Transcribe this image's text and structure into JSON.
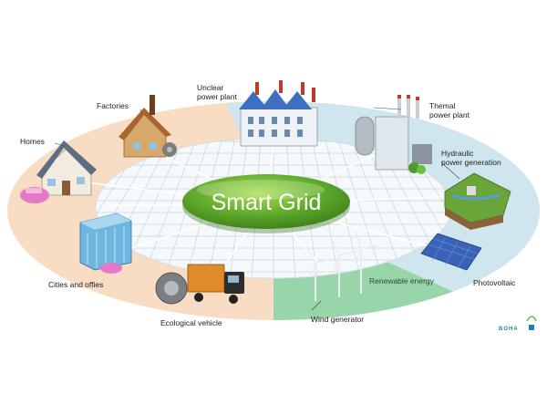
{
  "diagram": {
    "center_label": "Smart Grid",
    "nodes": [
      {
        "id": "homes",
        "label": "Homes"
      },
      {
        "id": "factories",
        "label": "Factories"
      },
      {
        "id": "nuclear",
        "label": "Unclear\npower plant"
      },
      {
        "id": "thermal",
        "label": "Themal\npower plant"
      },
      {
        "id": "hydraulic",
        "label": "Hydraulic\npower generation"
      },
      {
        "id": "photovoltaic",
        "label": "Photovoltaic"
      },
      {
        "id": "renewable",
        "label": "Renewable energy"
      },
      {
        "id": "wind",
        "label": "Wind generator"
      },
      {
        "id": "vehicle",
        "label": "Ecological vehicle"
      },
      {
        "id": "cities",
        "label": "Cities and offies"
      }
    ],
    "colors": {
      "outer_peach": "#f9dcc4",
      "outer_blue": "#cfe6ee",
      "renewable_green": "#8fd19e",
      "center_green": "#5aa52a",
      "grid_line": "#c9d3d8"
    }
  },
  "logo": {
    "text": "BOHA"
  }
}
